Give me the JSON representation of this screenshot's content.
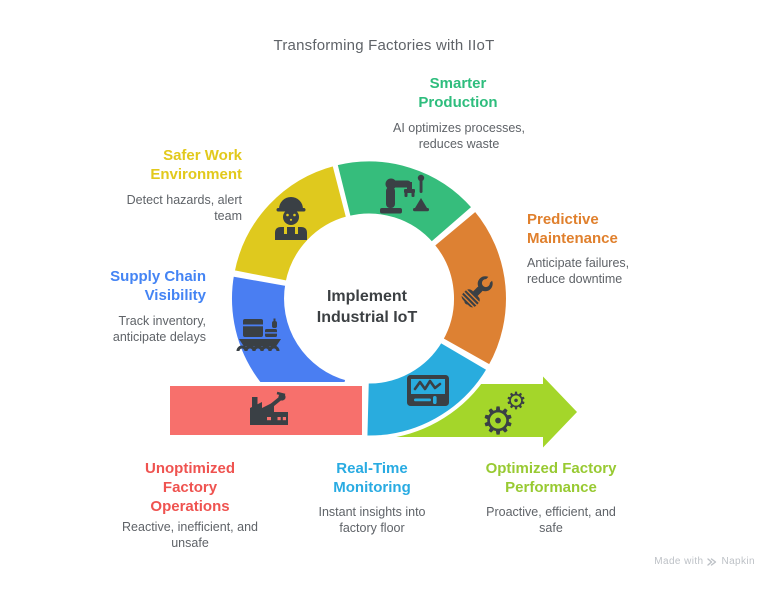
{
  "title": "Transforming Factories with IIoT",
  "center": {
    "label": "Implement\nIndustrial IoT"
  },
  "nodes": {
    "smarter_production": {
      "heading": "Smarter\nProduction",
      "body": "AI optimizes processes,\nreduces waste"
    },
    "predictive_maintenance": {
      "heading": "Predictive\nMaintenance",
      "body": "Anticipate failures,\nreduce downtime"
    },
    "safer_work": {
      "heading": "Safer Work\nEnvironment",
      "body": "Detect hazards, alert\nteam"
    },
    "supply_chain": {
      "heading": "Supply Chain\nVisibility",
      "body": "Track inventory,\nanticipate delays"
    },
    "unoptimized_factory": {
      "heading": "Unoptimized\nFactory\nOperations",
      "body": "Reactive, inefficient, and\nunsafe"
    },
    "realtime_monitoring": {
      "heading": "Real-Time\nMonitoring",
      "body": "Instant insights into\nfactory floor"
    },
    "optimized_factory": {
      "heading": "Optimized Factory\nPerformance",
      "body": "Proactive, efficient, and\nsafe"
    }
  },
  "icons": {
    "worker": "construction-worker-icon",
    "robot_arm": "robot-arm-tools-icon",
    "wrench_hand": "hand-wrench-icon",
    "monitor": "monitor-waveform-icon",
    "cargo_ship": "cargo-ship-icon",
    "factory": "factory-robot-icon",
    "gears": "gears-icon",
    "gear_glyph": "⚙"
  },
  "colors": {
    "yellow": "#DFC91E",
    "green": "#36BD7C",
    "orange": "#DD8133",
    "cyan": "#29ACDE",
    "blue": "#4A7EF2",
    "red_bar": "#F7706C",
    "lime_arrow": "#A4D62A",
    "heading_green": "#2EBD7D",
    "heading_orange": "#E0802D",
    "heading_yellow": "#E2C91C",
    "heading_blue": "#4484F4",
    "heading_red": "#EF5350",
    "heading_cyan": "#29ABE2",
    "heading_lime": "#98CA32",
    "text_gray": "#5F6368",
    "center_text": "#3C4043",
    "icon_dark": "#3A4045",
    "watermark_gray": "#BDC1C6"
  },
  "diagram": {
    "segments": [
      {
        "name": "smarter-production",
        "color": "green",
        "from": -14,
        "to": 49
      },
      {
        "name": "predictive-maintenance",
        "color": "orange",
        "from": 50,
        "to": 119.5
      },
      {
        "name": "realtime-monitoring",
        "color": "cyan",
        "from": 120.5,
        "to": 181.5
      },
      {
        "name": "supply-chain",
        "color": "blue",
        "from": 195,
        "to": 280
      },
      {
        "name": "safer-work",
        "color": "yellow",
        "from": 281,
        "to": 345.5
      }
    ]
  },
  "watermark": {
    "made_with": "Made with",
    "brand": "Napkin"
  }
}
